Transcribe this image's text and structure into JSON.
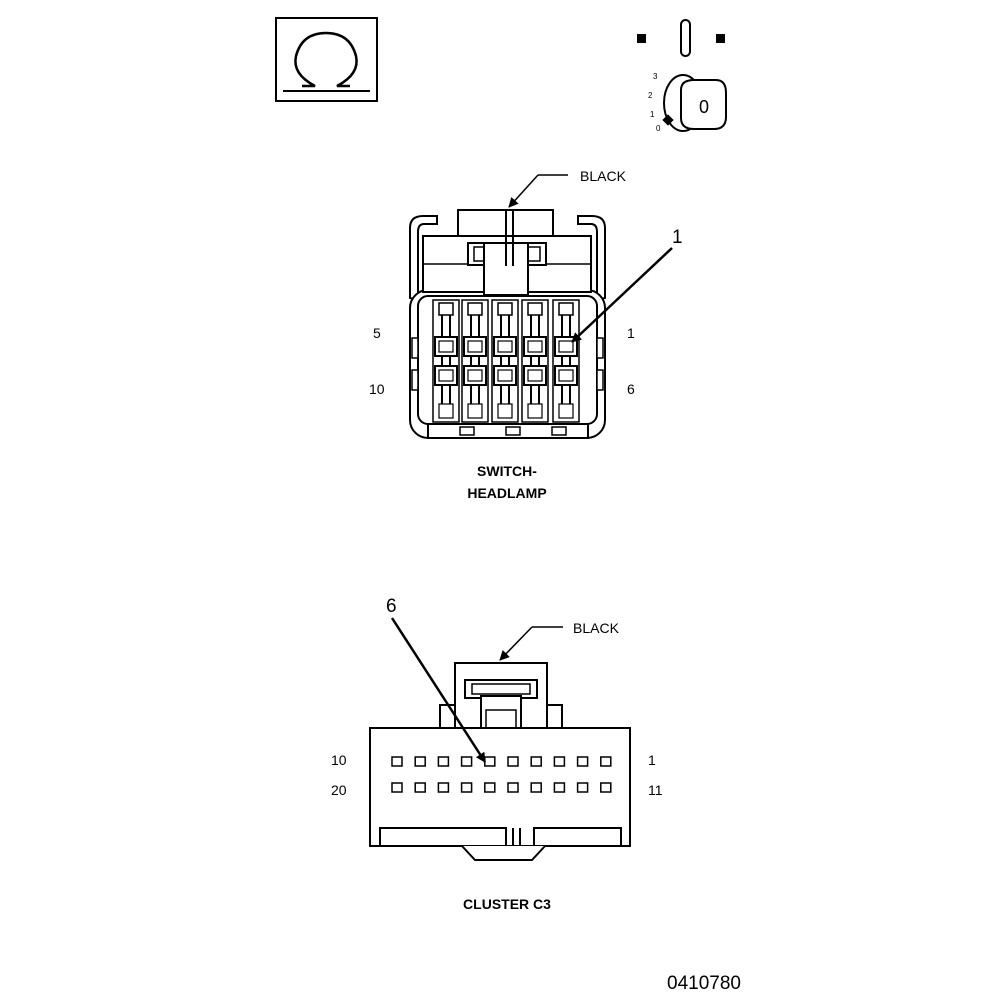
{
  "ohm_symbol": {
    "icon": "ohm-symbol-icon"
  },
  "ignition": {
    "icon": "ignition-key-icon",
    "positions": [
      "3",
      "2",
      "1",
      "0"
    ],
    "key_label": "0"
  },
  "headlamp_connector": {
    "color_label": "BLACK",
    "callout": "1",
    "pin_labels": {
      "top_left": "5",
      "top_right": "1",
      "bottom_left": "10",
      "bottom_right": "6"
    },
    "caption_line1": "SWITCH-",
    "caption_line2": "HEADLAMP"
  },
  "cluster_connector": {
    "color_label": "BLACK",
    "callout": "6",
    "pin_labels": {
      "top_left": "10",
      "top_right": "1",
      "bottom_left": "20",
      "bottom_right": "11"
    },
    "caption": "CLUSTER C3"
  },
  "figure_number": "0410780"
}
